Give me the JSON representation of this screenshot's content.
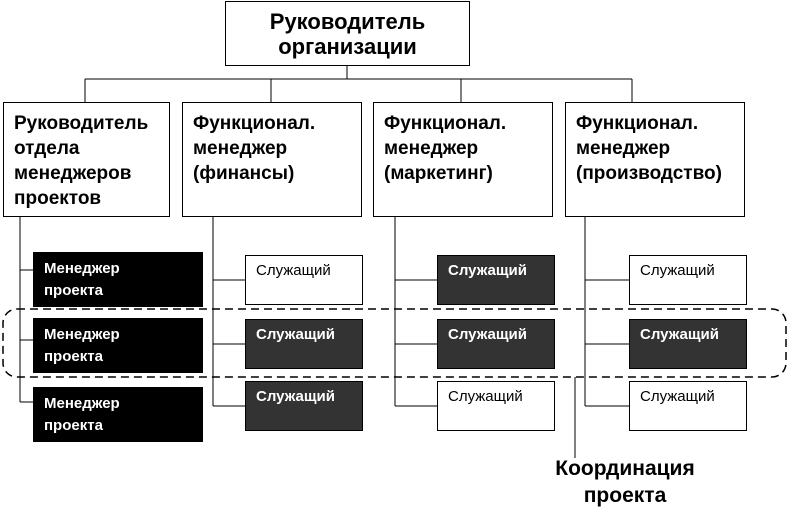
{
  "top": {
    "label": "Руководитель\nорганизации"
  },
  "heads": [
    {
      "label": "Руководитель\nотдела\nменеджеров\nпроектов"
    },
    {
      "label": "Функционал.\nменеджер\n(финансы)"
    },
    {
      "label": "Функционал.\nменеджер\n(маркетинг)"
    },
    {
      "label": "Функционал.\nменеджер\n(производство)"
    }
  ],
  "managers": [
    "Менеджер\nпроекта",
    "Менеджер\nпроекта",
    "Менеджер\nпроекта"
  ],
  "employees": {
    "finance": [
      "Служащий",
      "Служащий",
      "Служащий"
    ],
    "marketing": [
      "Служащий",
      "Служащий",
      "Служащий"
    ],
    "production": [
      "Служащий",
      "Служащий",
      "Служащий"
    ]
  },
  "colors": {
    "manager_fill": "#000000",
    "employee_highlight_fill": "#333333",
    "employee_plain_fill": "#ffffff"
  },
  "coordination": {
    "label": "Координация\nпроекта"
  }
}
